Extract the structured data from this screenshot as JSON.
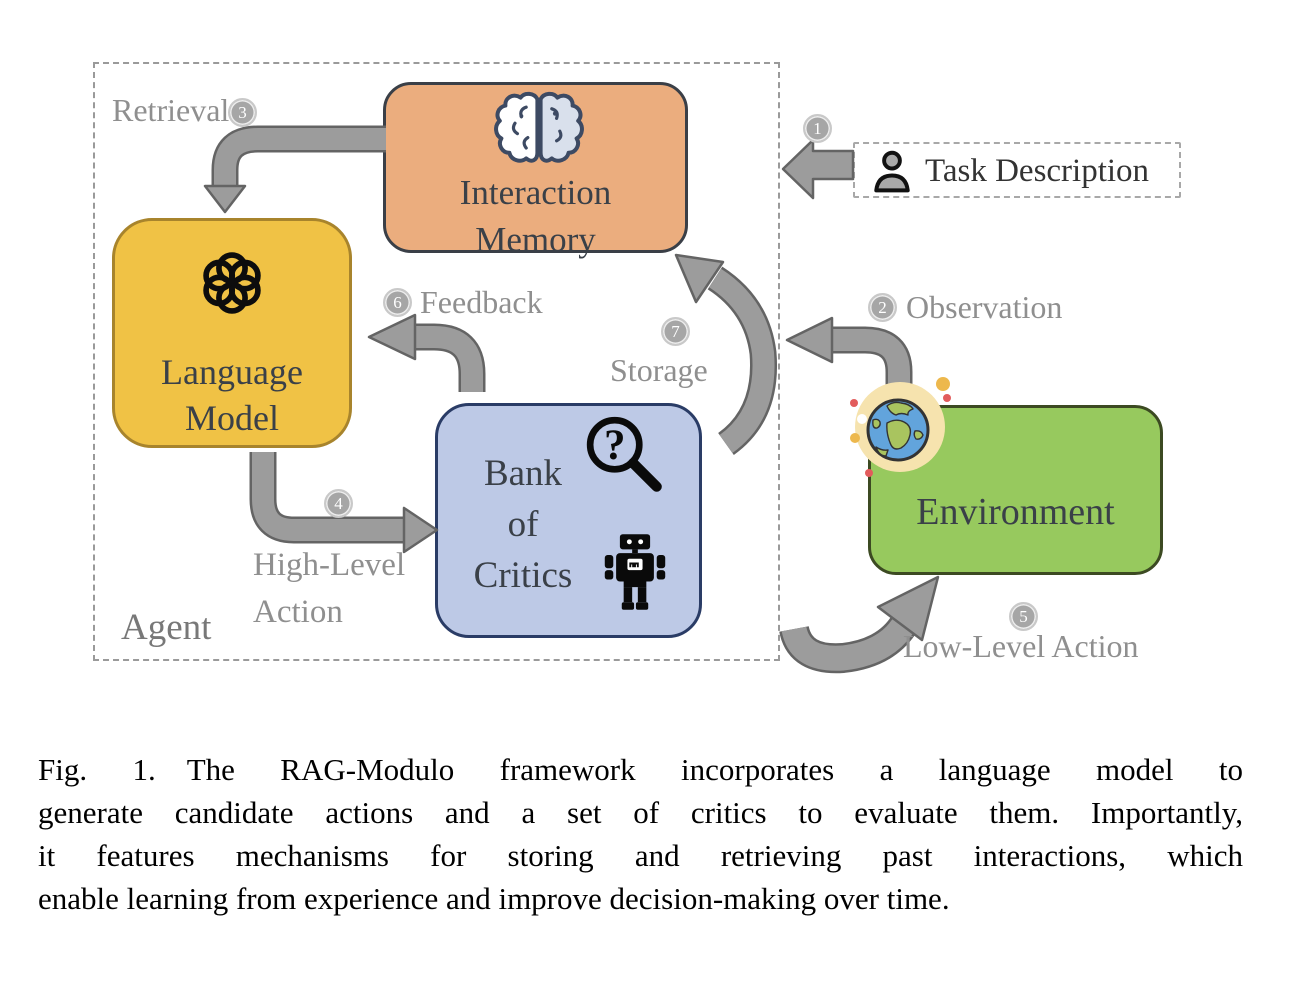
{
  "agent_box": {
    "label": "Agent"
  },
  "boxes": {
    "interaction_memory": {
      "line1": "Interaction",
      "line2": "Memory",
      "fill": "#EBAD7E",
      "border": "#3A3F47"
    },
    "language_model": {
      "line1": "Language",
      "line2": "Model",
      "fill": "#F0C245",
      "border": "#A8842C"
    },
    "bank_of_critics": {
      "line1": "Bank",
      "line2": "of",
      "line3": "Critics",
      "fill": "#BDC9E6",
      "border": "#2A3C66"
    },
    "environment": {
      "label": "Environment",
      "fill": "#97C95E",
      "border": "#3C4A22"
    },
    "task_description": {
      "label": "Task Description"
    }
  },
  "steps": {
    "task": {
      "num": "1"
    },
    "observation": {
      "num": "2",
      "label": "Observation"
    },
    "retrieval": {
      "num": "3",
      "label": "Retrieval"
    },
    "high_level": {
      "num": "4",
      "label_line1": "High-Level",
      "label_line2": "Action"
    },
    "low_level": {
      "num": "5",
      "label": "Low-Level Action"
    },
    "feedback": {
      "num": "6",
      "label": "Feedback"
    },
    "storage": {
      "num": "7",
      "label": "Storage"
    }
  },
  "icons": {
    "interaction_memory": "brain-icon",
    "language_model": "openai-logo-icon",
    "bank_of_critics": [
      "magnifier-question-icon",
      "robot-icon"
    ],
    "environment": "earth-icon",
    "task_description": "person-icon"
  },
  "colors": {
    "arrow_fill": "#9C9C9C",
    "arrow_outline": "#646464",
    "label_gray": "#8F8F8F",
    "box_text": "#3A4048",
    "step_badge_bg": "#A6A6A6",
    "step_badge_text": "#FFFFFF"
  },
  "caption": {
    "lines": [
      "Fig. 1.  The RAG-Modulo framework incorporates a language model to",
      "generate candidate actions and a set of critics to evaluate them. Importantly,",
      "it features mechanisms for storing and retrieving past interactions, which",
      "enable learning from experience and improve decision-making over time."
    ]
  }
}
